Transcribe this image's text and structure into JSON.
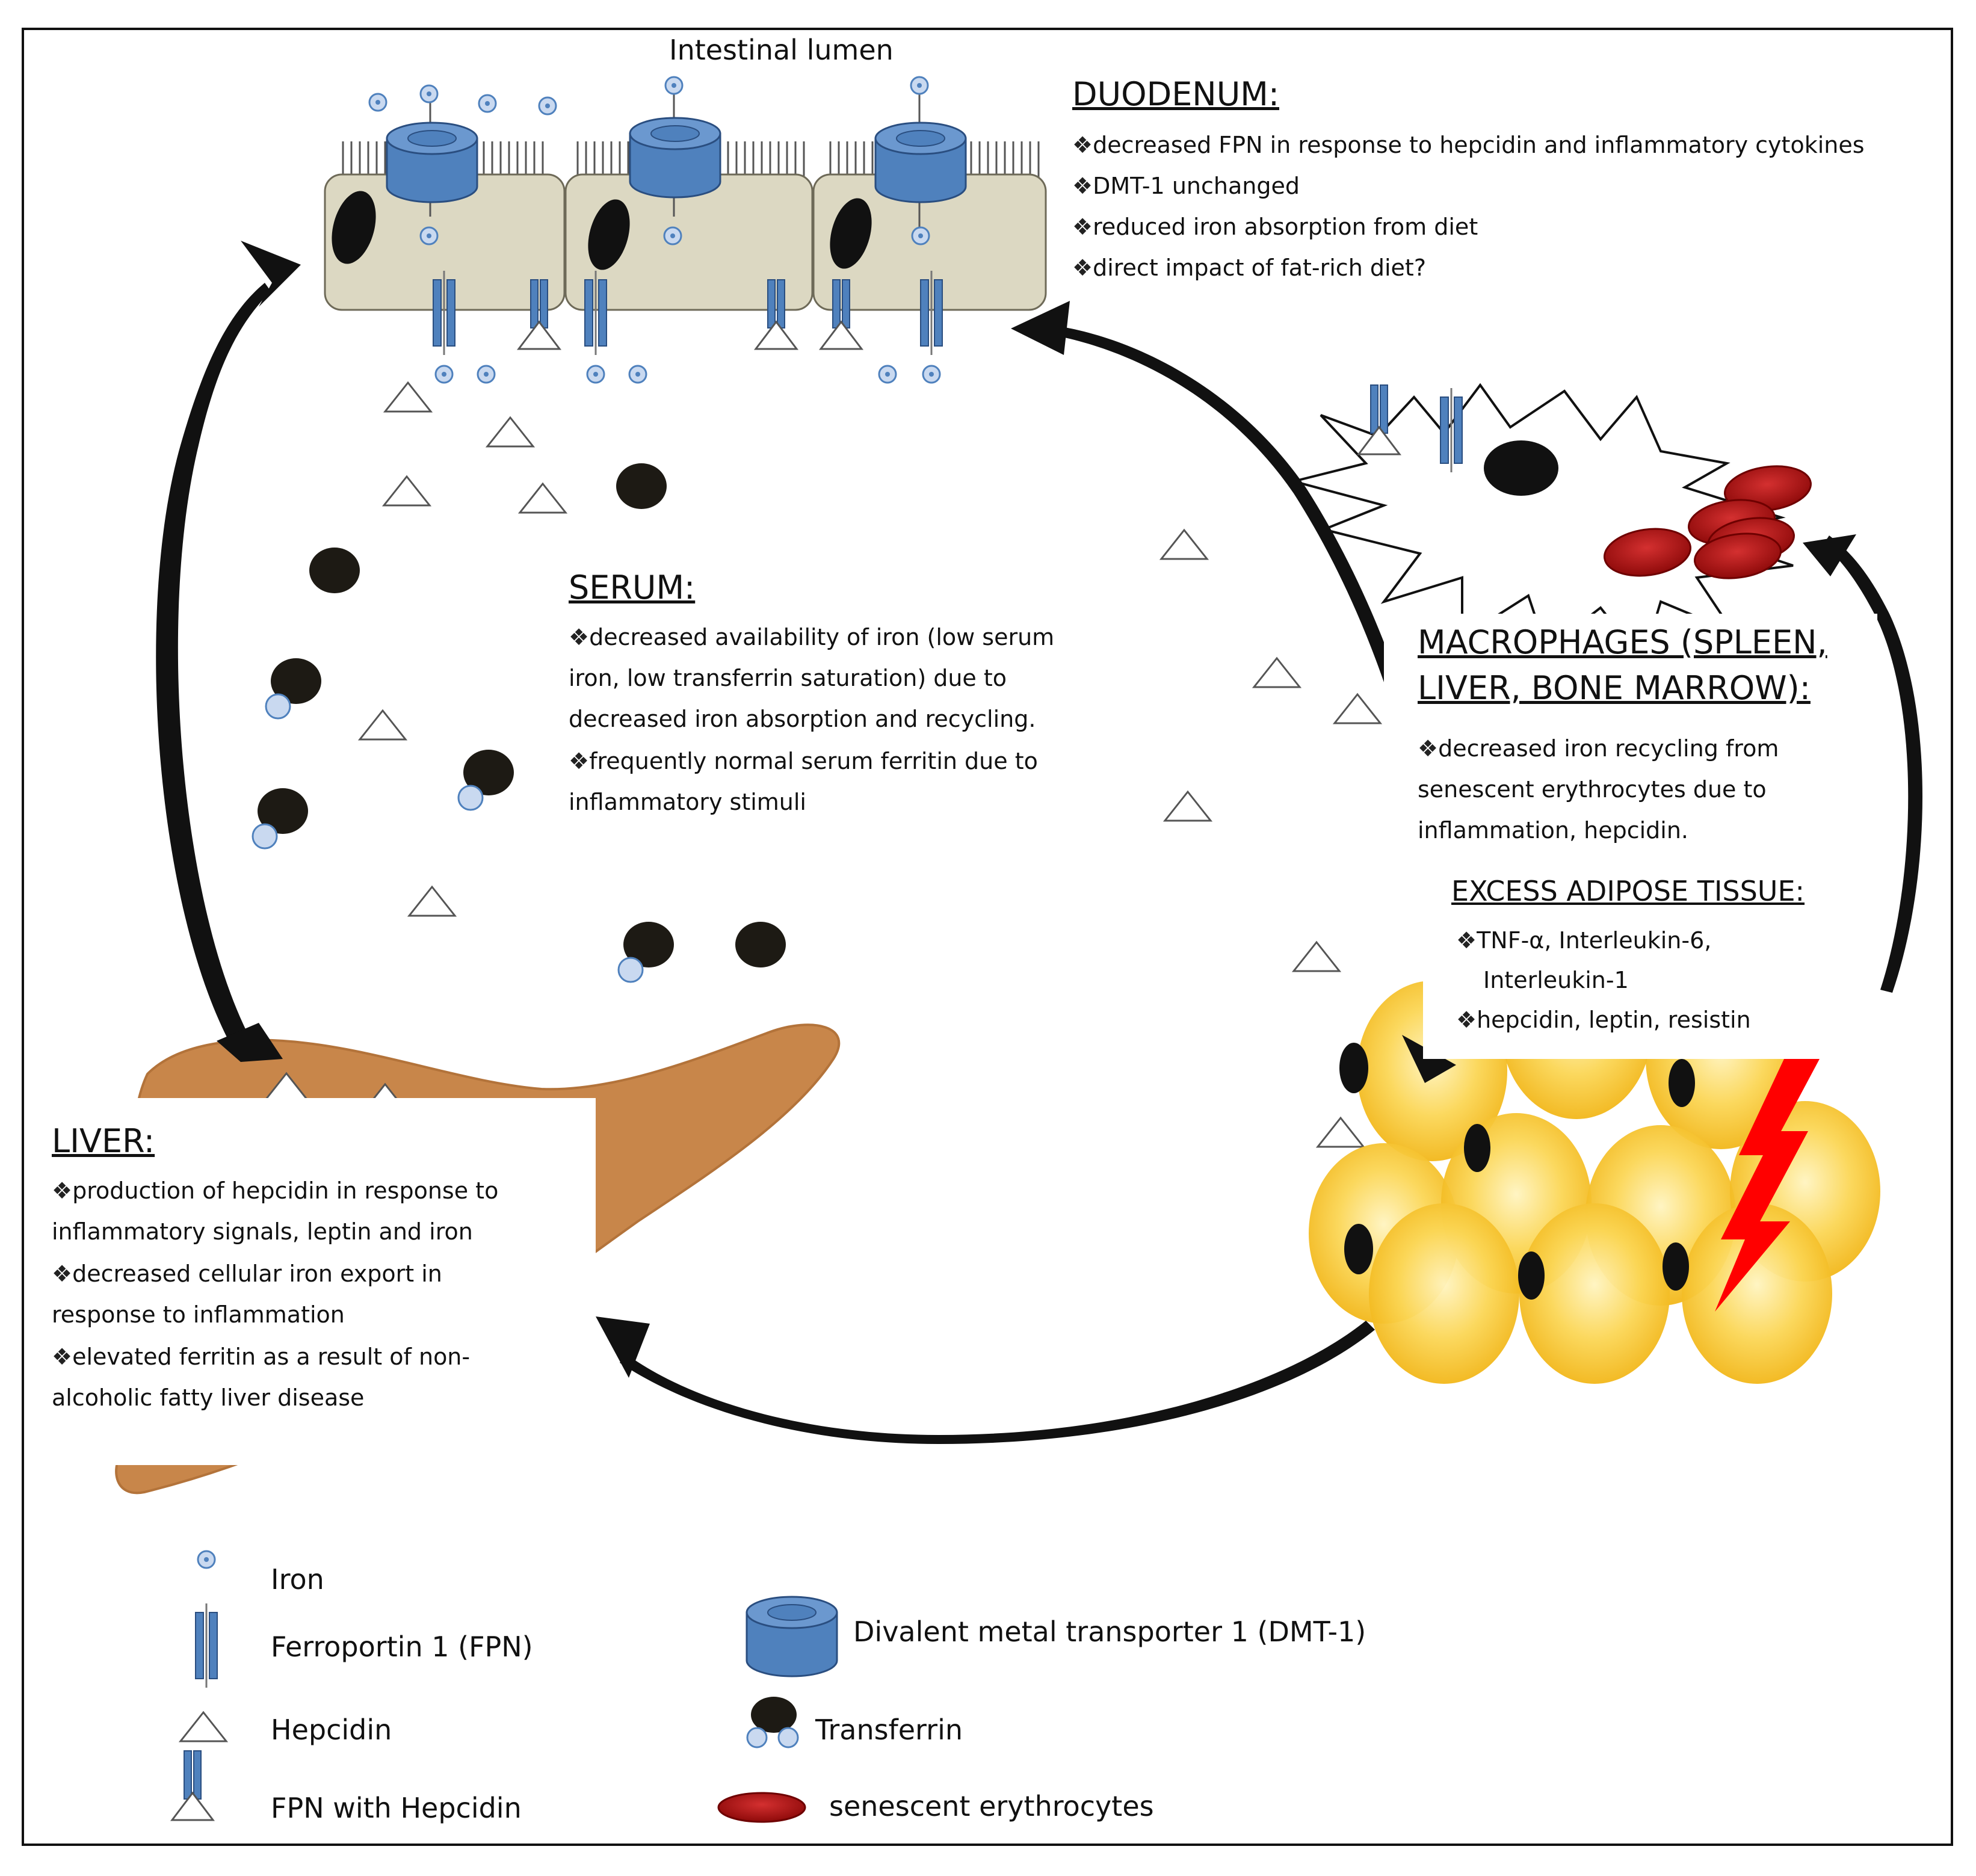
{
  "lumen_label": "Intestinal lumen",
  "bullet": "❖",
  "duodenum": {
    "title": "DUODENUM:",
    "items": [
      "decreased FPN in response to hepcidin and inflammatory cytokines",
      "DMT-1 unchanged",
      "reduced iron absorption from diet",
      "direct impact of fat-rich diet?"
    ]
  },
  "serum": {
    "title": "SERUM:",
    "lines": [
      "decreased availability of iron (low serum",
      "iron, low transferrin saturation) due to",
      "decreased iron absorption and recycling.",
      "frequently normal serum ferritin due to",
      "inflammatory stimuli"
    ]
  },
  "macrophages": {
    "title_lines": [
      "MACROPHAGES (SPLEEN,",
      "LIVER, BONE MARROW):"
    ],
    "lines": [
      "decreased iron recycling from",
      "senescent erythrocytes due to",
      "inflammation, hepcidin."
    ]
  },
  "adipose": {
    "title": "EXCESS ADIPOSE TISSUE:",
    "lines": [
      "TNF-α, Interleukin-6,",
      "Interleukin-1",
      "hepcidin, leptin, resistin"
    ]
  },
  "liver": {
    "title": "LIVER:",
    "lines": [
      "production of hepcidin in response to",
      "inflammatory signals, leptin and iron",
      "decreased cellular iron export in",
      "response to inflammation",
      "elevated ferritin as a result of non-",
      "alcoholic fatty liver disease"
    ]
  },
  "legend": {
    "iron": "Iron",
    "fpn": "Ferroportin 1 (FPN)",
    "hepcidin": "Hepcidin",
    "fpn_hepcidin": "FPN with Hepcidin",
    "dmt1": "Divalent metal transporter 1 (DMT-1)",
    "transferrin": "Transferrin",
    "erythrocytes": "senescent erythrocytes"
  },
  "colors": {
    "blue": "#4f81bd",
    "liver": "#c8864a",
    "adipose": "#f7c325",
    "erythrocyte": "#b01010",
    "cell": "#dcd8c2",
    "lightning": "#ff0000"
  }
}
